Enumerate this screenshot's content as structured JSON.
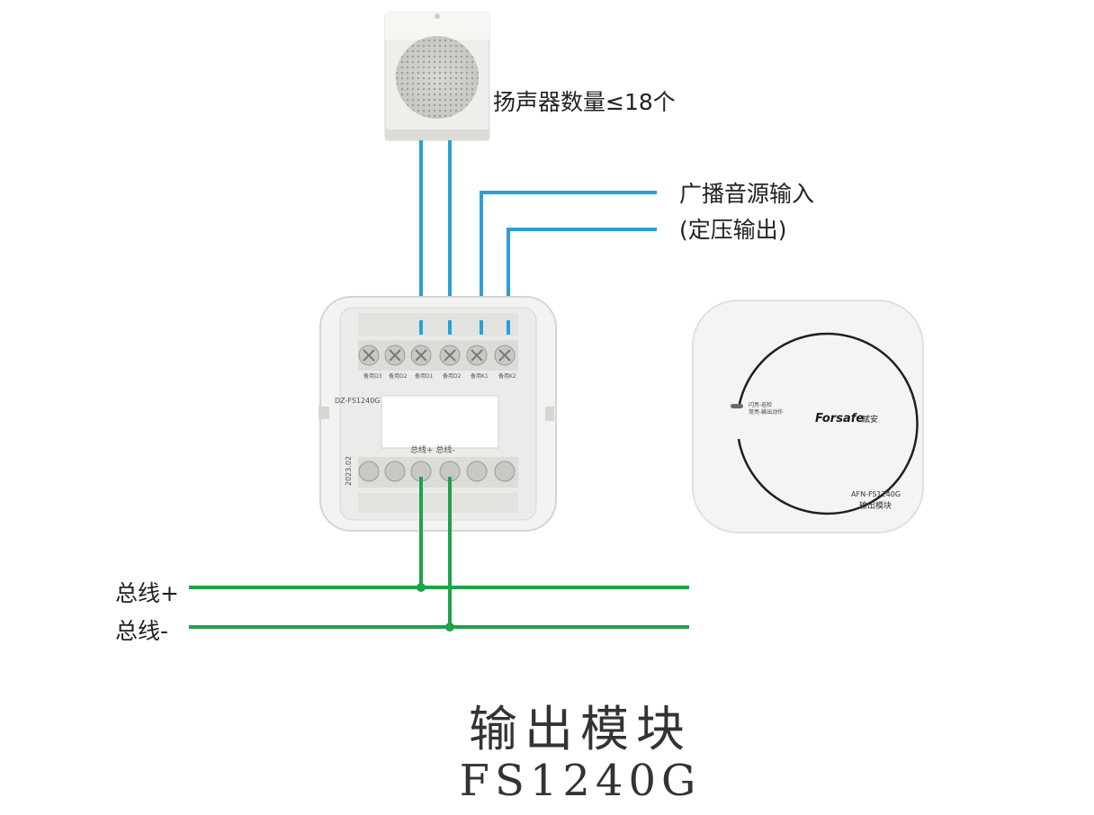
{
  "speaker": {
    "label": "扬声器数量≤18个"
  },
  "broadcast_input": {
    "line1": "广播音源输入",
    "line2": "(定压输出)"
  },
  "bus": {
    "plus_label": "总线+",
    "minus_label": "总线-"
  },
  "base_unit": {
    "model_label": "DZ-FS1240G",
    "date_label": "2023.02",
    "terminal_labels": [
      "备用D3",
      "备用D2",
      "备用D1",
      "备用D2",
      "备用K1",
      "备用K2"
    ],
    "bus_terminal_label": "总线+ 总线-"
  },
  "module_face": {
    "brand": "Forsafe",
    "brand_cn": "赋安",
    "indicator_line1": "闪亮-巡检",
    "indicator_line2": "常亮-输出动作",
    "model": "AFN-FS1240G",
    "name": "输出模块"
  },
  "product": {
    "name": "输出模块",
    "model": "FS1240G"
  },
  "colors": {
    "signal_wire": "#2a9fd8",
    "bus_wire": "#1ea24a",
    "device_body": "#f2f2f2"
  }
}
